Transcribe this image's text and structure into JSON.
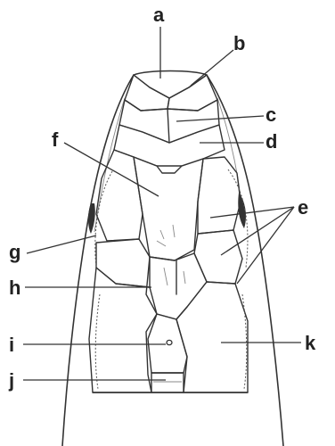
{
  "figure": {
    "labels": {
      "a": "a",
      "b": "b",
      "c": "c",
      "d": "d",
      "e": "e",
      "f": "f",
      "g": "g",
      "h": "h",
      "i": "i",
      "j": "j",
      "k": "k"
    },
    "colors": {
      "ink": "#222222",
      "background": "#ffffff"
    }
  }
}
